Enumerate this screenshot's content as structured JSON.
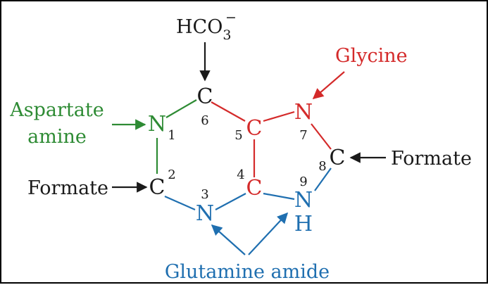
{
  "colors": {
    "black": "#1a1a1a",
    "green": "#2e8b34",
    "red": "#d42a2a",
    "blue": "#1f6fb0"
  },
  "sources": {
    "bicarbonate": {
      "base": "HCO",
      "subscript": "3",
      "superscript": "−"
    },
    "glycine": "Glycine",
    "aspartate_line1": "Aspartate",
    "aspartate_line2": "amine",
    "formate_left": "Formate",
    "formate_right": "Formate",
    "glutamine": "Glutamine amide"
  },
  "atoms": {
    "n1": "N",
    "c2": "C",
    "n3": "N",
    "c4": "C",
    "c5": "C",
    "c6": "C",
    "n7": "N",
    "c8": "C",
    "n9": "N",
    "h9": "H"
  },
  "positions": {
    "p1": "1",
    "p2": "2",
    "p3": "3",
    "p4": "4",
    "p5": "5",
    "p6": "6",
    "p7": "7",
    "p8": "8",
    "p9": "9"
  }
}
